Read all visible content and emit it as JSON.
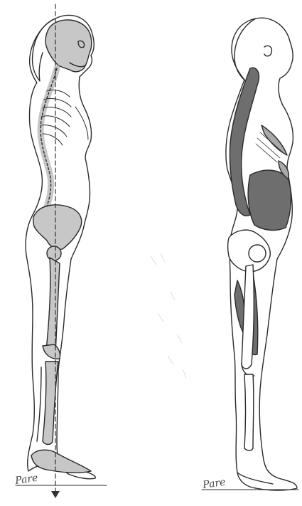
{
  "illustration": {
    "figures": [
      {
        "id": "figure-skeleton-plumb-line"
      },
      {
        "id": "figure-muscles-side-view"
      }
    ],
    "signatures": [
      "Pare",
      "Pare"
    ],
    "colors": {
      "paper": "#ffffff",
      "ink": "#2a2a2a",
      "bone_fill": "#c7c7c7",
      "muscle_dark": "#6e6e6e",
      "muscle_light": "#a9a9a9",
      "plumb_line": "#333333"
    }
  }
}
